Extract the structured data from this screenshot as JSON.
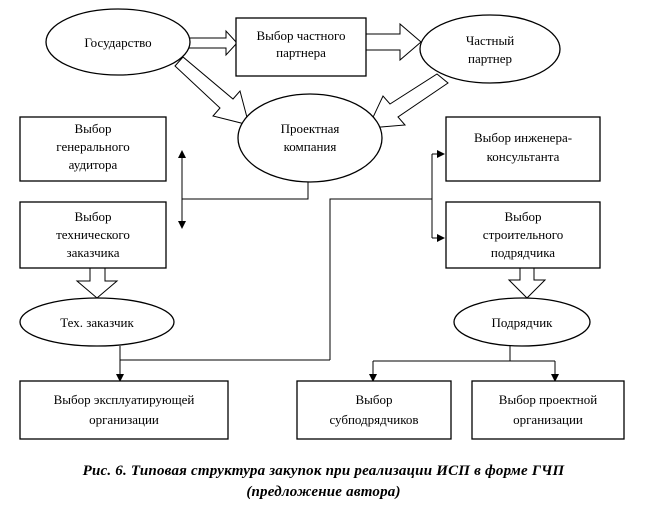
{
  "diagram": {
    "nodes": {
      "state": [
        "Государство"
      ],
      "choose_private_partner": [
        "Выбор частного",
        "партнера"
      ],
      "private_partner": [
        "Частный",
        "партнер"
      ],
      "project_company": [
        "Проектная",
        "компания"
      ],
      "choose_general_auditor": [
        "Выбор",
        "генерального",
        "аудитора"
      ],
      "choose_technical_customer": [
        "Выбор",
        "технического",
        "заказчика"
      ],
      "technical_customer": [
        "Тех. заказчик"
      ],
      "choose_engineer_consultant": [
        "Выбор инженера-",
        "консультанта"
      ],
      "choose_construction_contractor": [
        "Выбор",
        "строительного",
        "подрядчика"
      ],
      "contractor": [
        "Подрядчик"
      ],
      "choose_operating_organization": [
        "Выбор эксплуатирующей",
        "организации"
      ],
      "choose_subcontractors": [
        "Выбор",
        "субподрядчиков"
      ],
      "choose_design_organization": [
        "Выбор проектной",
        "организации"
      ]
    }
  },
  "caption": {
    "line1": "Рис. 6. Типовая структура закупок при реализации ИСП в форме ГЧП",
    "line2": "(предложение автора)"
  }
}
